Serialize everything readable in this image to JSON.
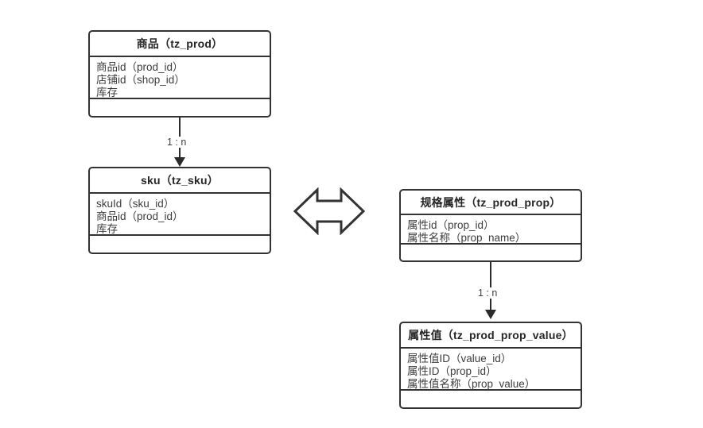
{
  "diagram": {
    "title_note": "",
    "background_color": "#ffffff",
    "line_color": "#333333",
    "text_color": "#3d3d3d"
  },
  "entities": [
    {
      "id": "tz_prod",
      "header": "商品（tz_prod）",
      "fields": [
        "商品id（prod_id）",
        "店铺id（shop_id）",
        "库存"
      ]
    },
    {
      "id": "tz_sku",
      "header": "sku（tz_sku）",
      "fields": [
        "skuId（sku_id）",
        "商品id（prod_id）",
        "库存"
      ]
    },
    {
      "id": "tz_prod_prop",
      "header": "规格属性（tz_prod_prop）",
      "fields": [
        "属性id（prop_id）",
        "属性名称（prop_name）"
      ]
    },
    {
      "id": "tz_prod_prop_value",
      "header": "属性值（tz_prod_prop_value）",
      "fields": [
        "属性值ID（value_id）",
        "属性ID（prop_id）",
        "属性值名称（prop_value）"
      ]
    }
  ],
  "connectors": [
    {
      "id": "prod-to-sku",
      "label": "1 : n",
      "from": "tz_prod",
      "to": "tz_sku"
    },
    {
      "id": "prop-to-prop-value",
      "label": "1 : n",
      "from": "tz_prod_prop",
      "to": "tz_prod_prop_value"
    }
  ],
  "relation_symbol": {
    "id": "sku-prop-relation",
    "icon": "double-headed-arrow"
  }
}
